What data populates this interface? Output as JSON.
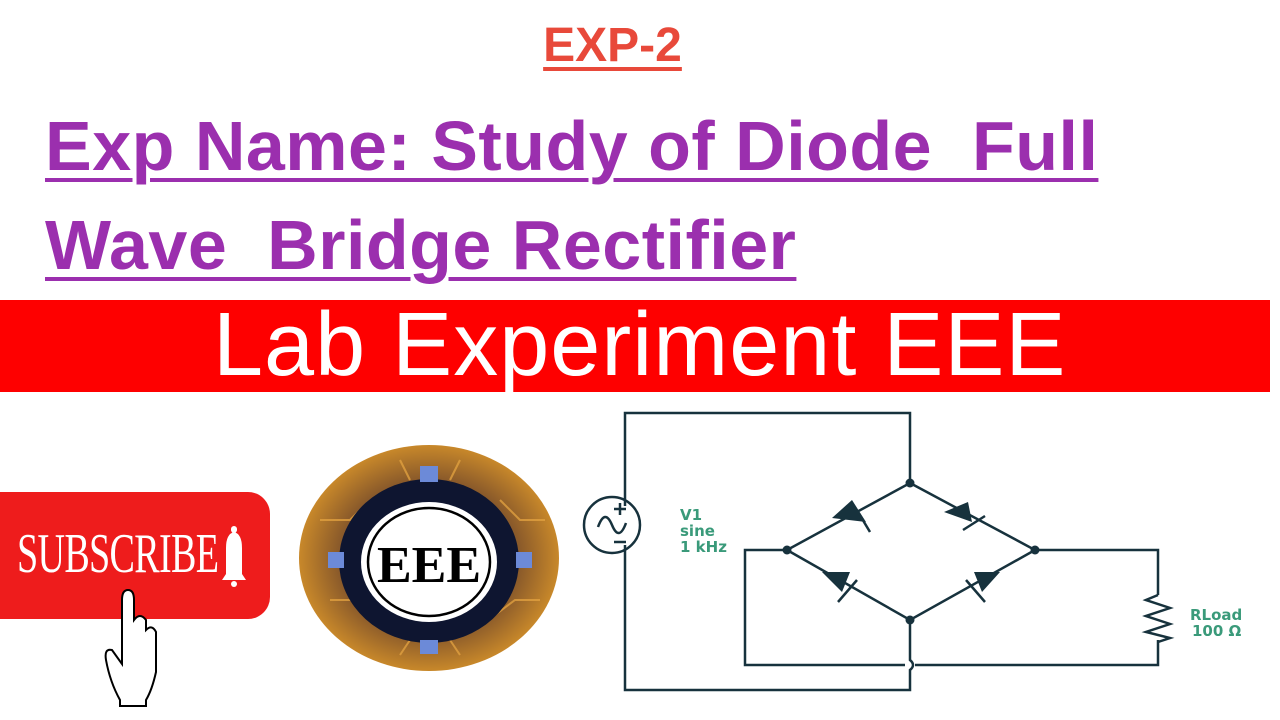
{
  "header": {
    "exp_label": "EXP-2",
    "title_line1": "Exp Name: Study of Diode  Full",
    "title_line2": "Wave  Bridge Rectifier"
  },
  "banner": {
    "text": "Lab Experiment EEE"
  },
  "subscribe": {
    "label": "SUBSCRIBE",
    "icons": [
      "bell-icon",
      "hand-pointer-icon"
    ]
  },
  "logo": {
    "text": "EEE"
  },
  "circuit": {
    "source": {
      "name": "V1",
      "type": "sine",
      "frequency": "1 kHz"
    },
    "load": {
      "name": "RLoad",
      "value": "100 Ω"
    }
  },
  "colors": {
    "exp": "#e8493a",
    "title": "#9b2fae",
    "banner": "#fe0000",
    "circuit_wire": "#17323d",
    "circuit_label": "#3a9a7a"
  }
}
